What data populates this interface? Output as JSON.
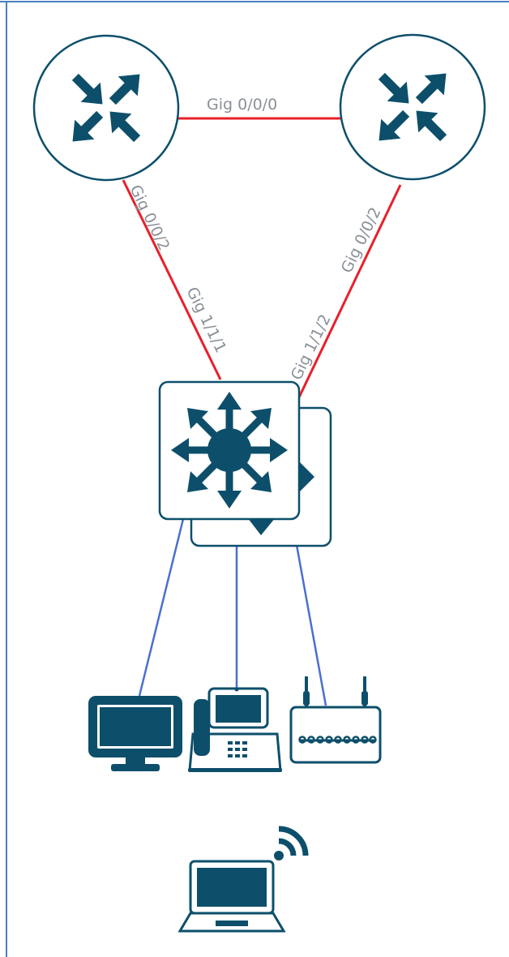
{
  "colors": {
    "device": "#0d4f6b",
    "wan_link": "#e8202a",
    "lan_link": "#4a6fd0",
    "label": "#8a9097",
    "frame": "#4a7fc0"
  },
  "devices": {
    "router_left": {
      "icon": "router-icon"
    },
    "router_right": {
      "icon": "router-icon"
    },
    "multilayer_switch": {
      "icon": "multilayer-switch-icon",
      "stacked": true
    },
    "desktop": {
      "icon": "desktop-pc-icon"
    },
    "ip_phone": {
      "icon": "ip-phone-icon"
    },
    "access_point": {
      "icon": "wireless-access-point-icon"
    },
    "laptop": {
      "icon": "wireless-laptop-icon"
    }
  },
  "links": {
    "router_to_router": {
      "label": "Gig 0/0/0"
    },
    "left_router_to_switch": {
      "router_port": "Gig 0/0/2",
      "switch_port": "Gig 1/1/1"
    },
    "right_router_to_switch": {
      "router_port": "Gig 0/0/2",
      "switch_port": "Gig 1/1/2"
    }
  }
}
